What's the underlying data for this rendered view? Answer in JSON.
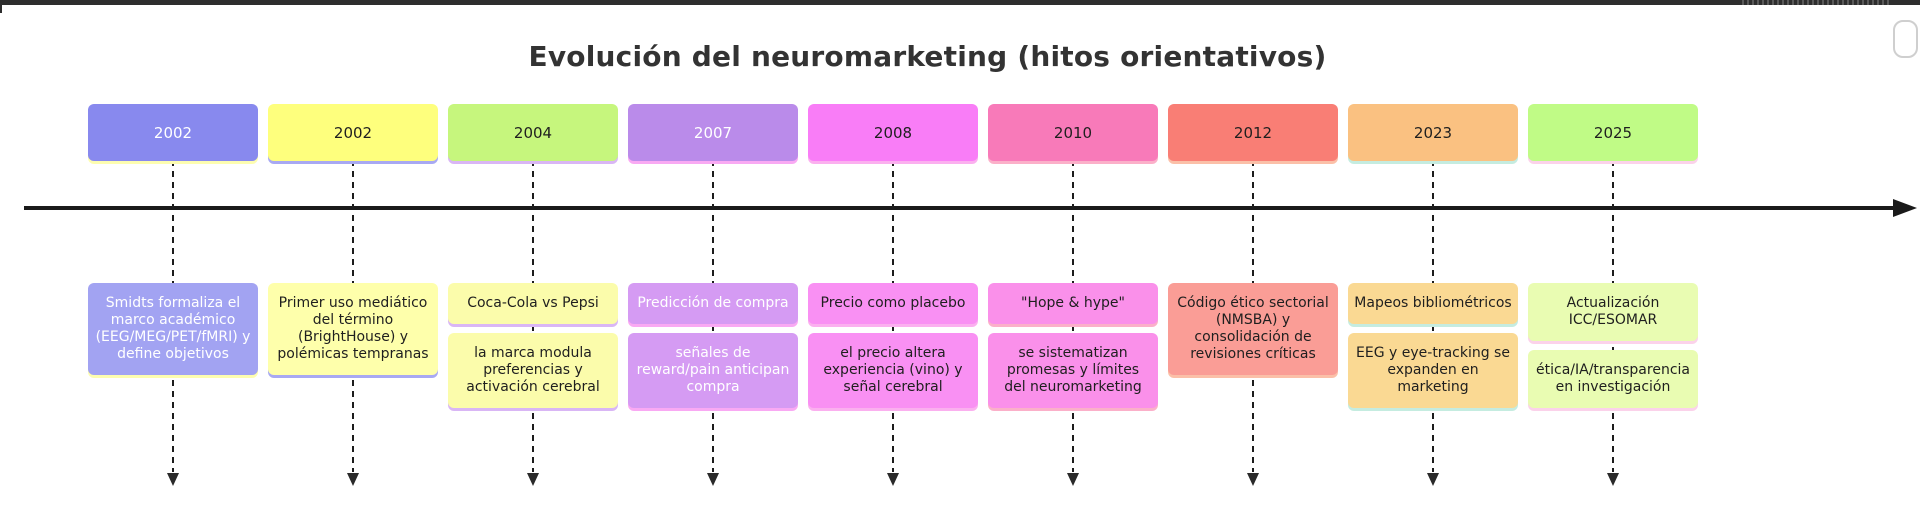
{
  "title": "Evolución del neuromarketing (hitos orientativos)",
  "chrome": {
    "top_border_color": "#2e2e2e",
    "scrollbar_thumb": "vertical-scrollbar-thumb"
  },
  "timeline": {
    "axis_color": "#1a1a1a",
    "connector_style": "dashed-down-arrow",
    "columns": [
      {
        "year": "2002",
        "header_color": "#8889ee",
        "event_color": "#a2a3f2",
        "text_color": "#ffffff",
        "shadow_color": "#fdfdb0",
        "events": [
          "Smidts formaliza el marco académico (EEG/MEG/PET/fMRI) y define objetivos"
        ]
      },
      {
        "year": "2002",
        "header_color": "#feff7d",
        "event_color": "#feffab",
        "text_color": "#1f1f1f",
        "shadow_color": "#a8a9f3",
        "events": [
          "Primer uso mediático del término (BrightHouse) y polémicas tempranas"
        ]
      },
      {
        "year": "2004",
        "header_color": "#c6f67d",
        "event_color": "#fbfcab",
        "text_color": "#1f1f1f",
        "shadow_color": "#d9b6f5",
        "events": [
          "Coca-Cola vs Pepsi",
          "la marca modula preferencias y activación cerebral"
        ]
      },
      {
        "year": "2007",
        "header_color": "#ba8bea",
        "event_color": "#d59bf3",
        "text_color": "#ffffff",
        "shadow_color": "#f9a9f3",
        "events": [
          "Predicción de compra",
          "señales de reward/pain anticipan compra"
        ]
      },
      {
        "year": "2008",
        "header_color": "#f97df7",
        "event_color": "#f990f3",
        "text_color": "#1f1f1f",
        "shadow_color": "#fbb0ef",
        "events": [
          "Precio como placebo",
          "el precio altera experiencia (vino) y señal cerebral"
        ]
      },
      {
        "year": "2010",
        "header_color": "#f87ab9",
        "event_color": "#fa90ea",
        "text_color": "#1f1f1f",
        "shadow_color": "#fbb0c9",
        "events": [
          "\"Hope & hype\"",
          "se sistematizan promesas y límites del neuromarketing"
        ]
      },
      {
        "year": "2012",
        "header_color": "#f97e75",
        "event_color": "#fa9d96",
        "text_color": "#1f1f1f",
        "shadow_color": "#fbc0a8",
        "events": [
          "Código ético sectorial (NMSBA) y consolidación de revisiones críticas"
        ]
      },
      {
        "year": "2023",
        "header_color": "#fac181",
        "event_color": "#fad993",
        "text_color": "#1f1f1f",
        "shadow_color": "#c5ece0",
        "events": [
          "Mapeos bibliométricos",
          "EEG y eye-tracking se expanden en marketing"
        ]
      },
      {
        "year": "2025",
        "header_color": "#c0fb86",
        "event_color": "#e9fcb2",
        "text_color": "#1f1f1f",
        "shadow_color": "#fbd2ea",
        "events": [
          "Actualización ICC/ESOMAR",
          "ética/IA/transparencia en investigación"
        ]
      }
    ]
  }
}
